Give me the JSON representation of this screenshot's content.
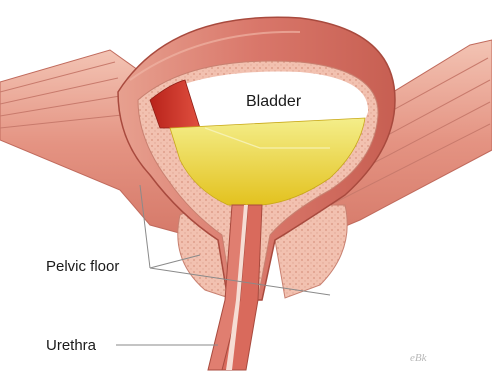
{
  "labels": {
    "bladder": "Bladder",
    "pelvic_floor": "Pelvic floor",
    "urethra": "Urethra"
  },
  "credit": "eBk",
  "colors": {
    "muscle": "#e08a7c",
    "muscle_dark": "#c0584a",
    "muscle_inner": "#d23a2c",
    "fluid": "#ecd52a",
    "fluid_light": "#f2eb80",
    "tissue": "#f2c1b0",
    "leader_line": "#8a8a8a"
  }
}
